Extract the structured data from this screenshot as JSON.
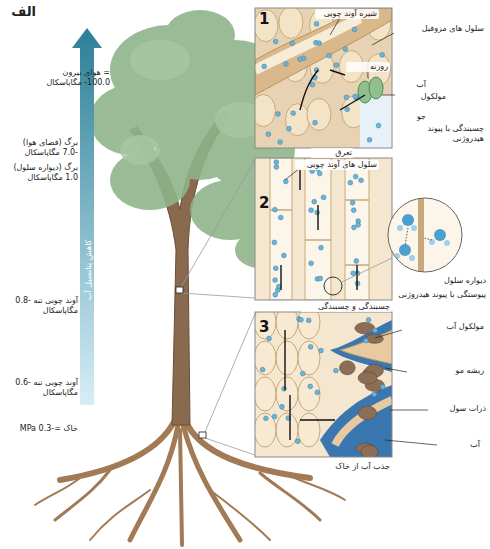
{
  "diagram": {
    "labels": [
      "الف",
      "= هوای بیرون 100.0- مگاپاسکال",
      "برگ (فضای هوا) -7.0 مگاپاسکال",
      "برگ (دیواره سلول) 1.0 مگاپاسکال",
      "کاهش پتانسیل آب",
      "آوند چوبی تنه -0.8 مگاپاسکال",
      "آوند چوبی تنه -0.6 مگاپاسکال",
      "خاک =-0.3 MPa",
      "1",
      "2",
      "3",
      "شیره آوند چوبی",
      "سلول های مزوفیل",
      "روزنه",
      "آب",
      "مولکول",
      "جو",
      "چسبندگی با پیوند هیدروژنی",
      "تعرق",
      "سلول های آوند چوبی",
      "دیواره سلول",
      "پیوستگی با پیوند هیدروژنی",
      "چسبندگی و چسبندگی",
      "مولکول آب",
      "ریشه مو",
      "ذرات سول",
      "آب",
      "جذب آب از خاک"
    ]
  }
}
